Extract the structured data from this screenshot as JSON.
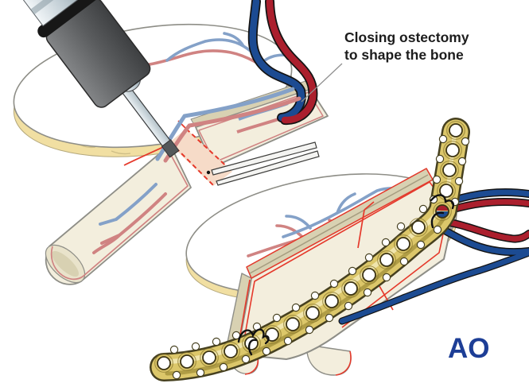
{
  "annotation": {
    "line1": "Closing ostectomy",
    "line2": "to shape the bone"
  },
  "logo": {
    "text": "AO"
  },
  "colors": {
    "artery_dark": "#ab1f2d",
    "vein_dark": "#1c4b92",
    "artery_soft": "#d08382",
    "vein_soft": "#84a1c8",
    "bone_fill": "#f3eedd",
    "bone_cortex": "#d8d1b2",
    "fat_yellow": "#f1dfa2",
    "plate_gold": "#dcc76a",
    "plate_shadow": "#a8953e",
    "plate_highlight": "#f2e8b4",
    "plate_edge": "#46401f",
    "osteotomy_red": "#e5392b",
    "wedge_pink": "#f6dbc8",
    "instrument_gray": "#6e7072",
    "outline_gray": "#8e8e87",
    "logo_blue": "#1d3e96",
    "text_color": "#1c1c1c",
    "wire_black": "#101010"
  }
}
